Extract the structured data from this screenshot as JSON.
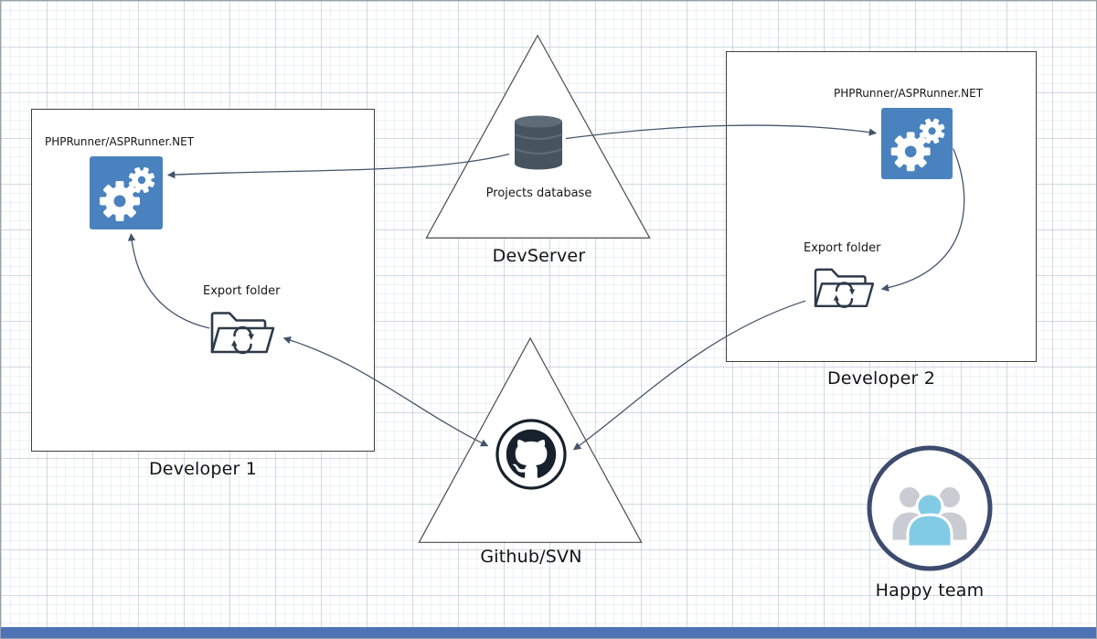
{
  "nodes": {
    "developer1": {
      "caption": "Developer 1",
      "app_label": "PHPRunner/ASPRunner.NET",
      "export_label": "Export folder",
      "app_icon": "gears-app-icon",
      "export_icon": "sync-folder-icon"
    },
    "developer2": {
      "caption": "Developer 2",
      "app_label": "PHPRunner/ASPRunner.NET",
      "export_label": "Export folder",
      "app_icon": "gears-app-icon",
      "export_icon": "sync-folder-icon"
    },
    "devserver": {
      "caption": "DevServer",
      "db_label": "Projects database",
      "icon": "database-icon"
    },
    "github": {
      "caption": "Github/SVN",
      "icon": "github-octocat-icon"
    },
    "team": {
      "caption": "Happy team",
      "icon": "team-people-icon"
    }
  },
  "connections": [
    {
      "from": "projects-database",
      "to": "developer1-app-icon",
      "arrows": "end"
    },
    {
      "from": "projects-database",
      "to": "developer2-app-icon",
      "arrows": "end"
    },
    {
      "from": "developer1-export-folder",
      "to": "developer1-app-icon",
      "arrows": "end"
    },
    {
      "from": "developer2-app-icon",
      "to": "developer2-export-folder",
      "arrows": "end"
    },
    {
      "from": "developer1-export-folder",
      "to": "github",
      "arrows": "both"
    },
    {
      "from": "developer2-export-folder",
      "to": "github",
      "arrows": "end"
    }
  ],
  "colors": {
    "app_icon_blue": "#4a82bf",
    "connector": "#44546a",
    "database_body": "#47545f",
    "database_highlight": "#5e6c78",
    "github_dark": "#17212b",
    "folder_outline": "#2e3a4a",
    "team_border": "#3d4b6e",
    "team_front_member": "#82cbe5",
    "team_back_member": "#c9cdd3",
    "bottom_bar": "#4e73b4"
  }
}
